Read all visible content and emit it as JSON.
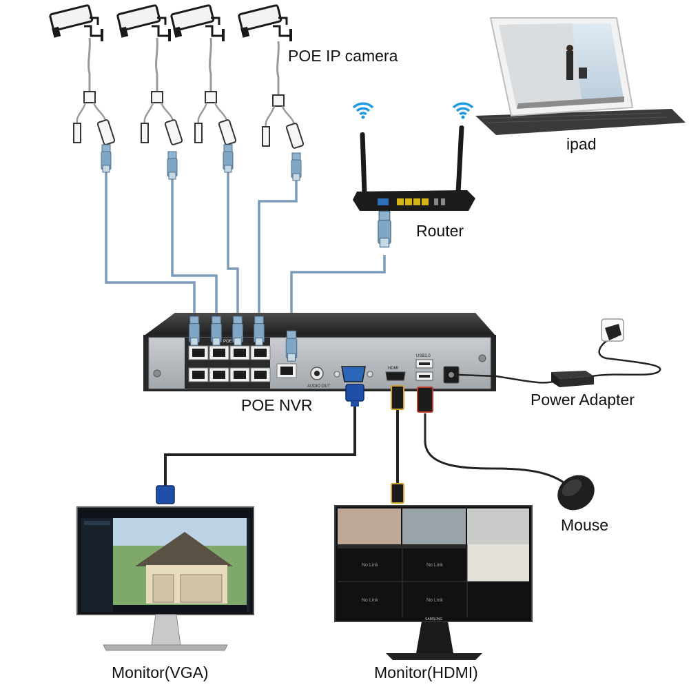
{
  "labels": {
    "cameras": "POE IP camera",
    "ipad": "ipad",
    "router": "Router",
    "nvr": "POE NVR",
    "power_adapter": "Power Adapter",
    "mouse": "Mouse",
    "monitor_vga": "Monitor(VGA)",
    "monitor_hdmi": "Monitor(HDMI)"
  },
  "nvr_panel": {
    "poe_text": "POE",
    "audio_out": "AUDIO OUT",
    "hdmi": "HDMI",
    "usb": "USB2.0"
  },
  "hdmi_monitor": {
    "tile_text": "No Link",
    "brand": "SAMSUNG"
  },
  "colors": {
    "ethernet": "#7b9bb8",
    "nvr_body": "#2b2b2b",
    "nvr_panel": "#b5b9bd",
    "vga_connector": "#1f4fa8",
    "hdmi_plug": "#d6a436",
    "usb_plug": "#c0392b",
    "wifi": "#1e9be0",
    "screen_dark": "#111418"
  },
  "icons": [
    "camera-icon",
    "wifi-icon",
    "router-icon",
    "tablet-icon",
    "nvr-icon",
    "power-adapter-icon",
    "power-plug-icon",
    "mouse-icon",
    "monitor-icon",
    "rj45-connector-icon",
    "vga-connector-icon",
    "hdmi-connector-icon",
    "usb-connector-icon"
  ]
}
